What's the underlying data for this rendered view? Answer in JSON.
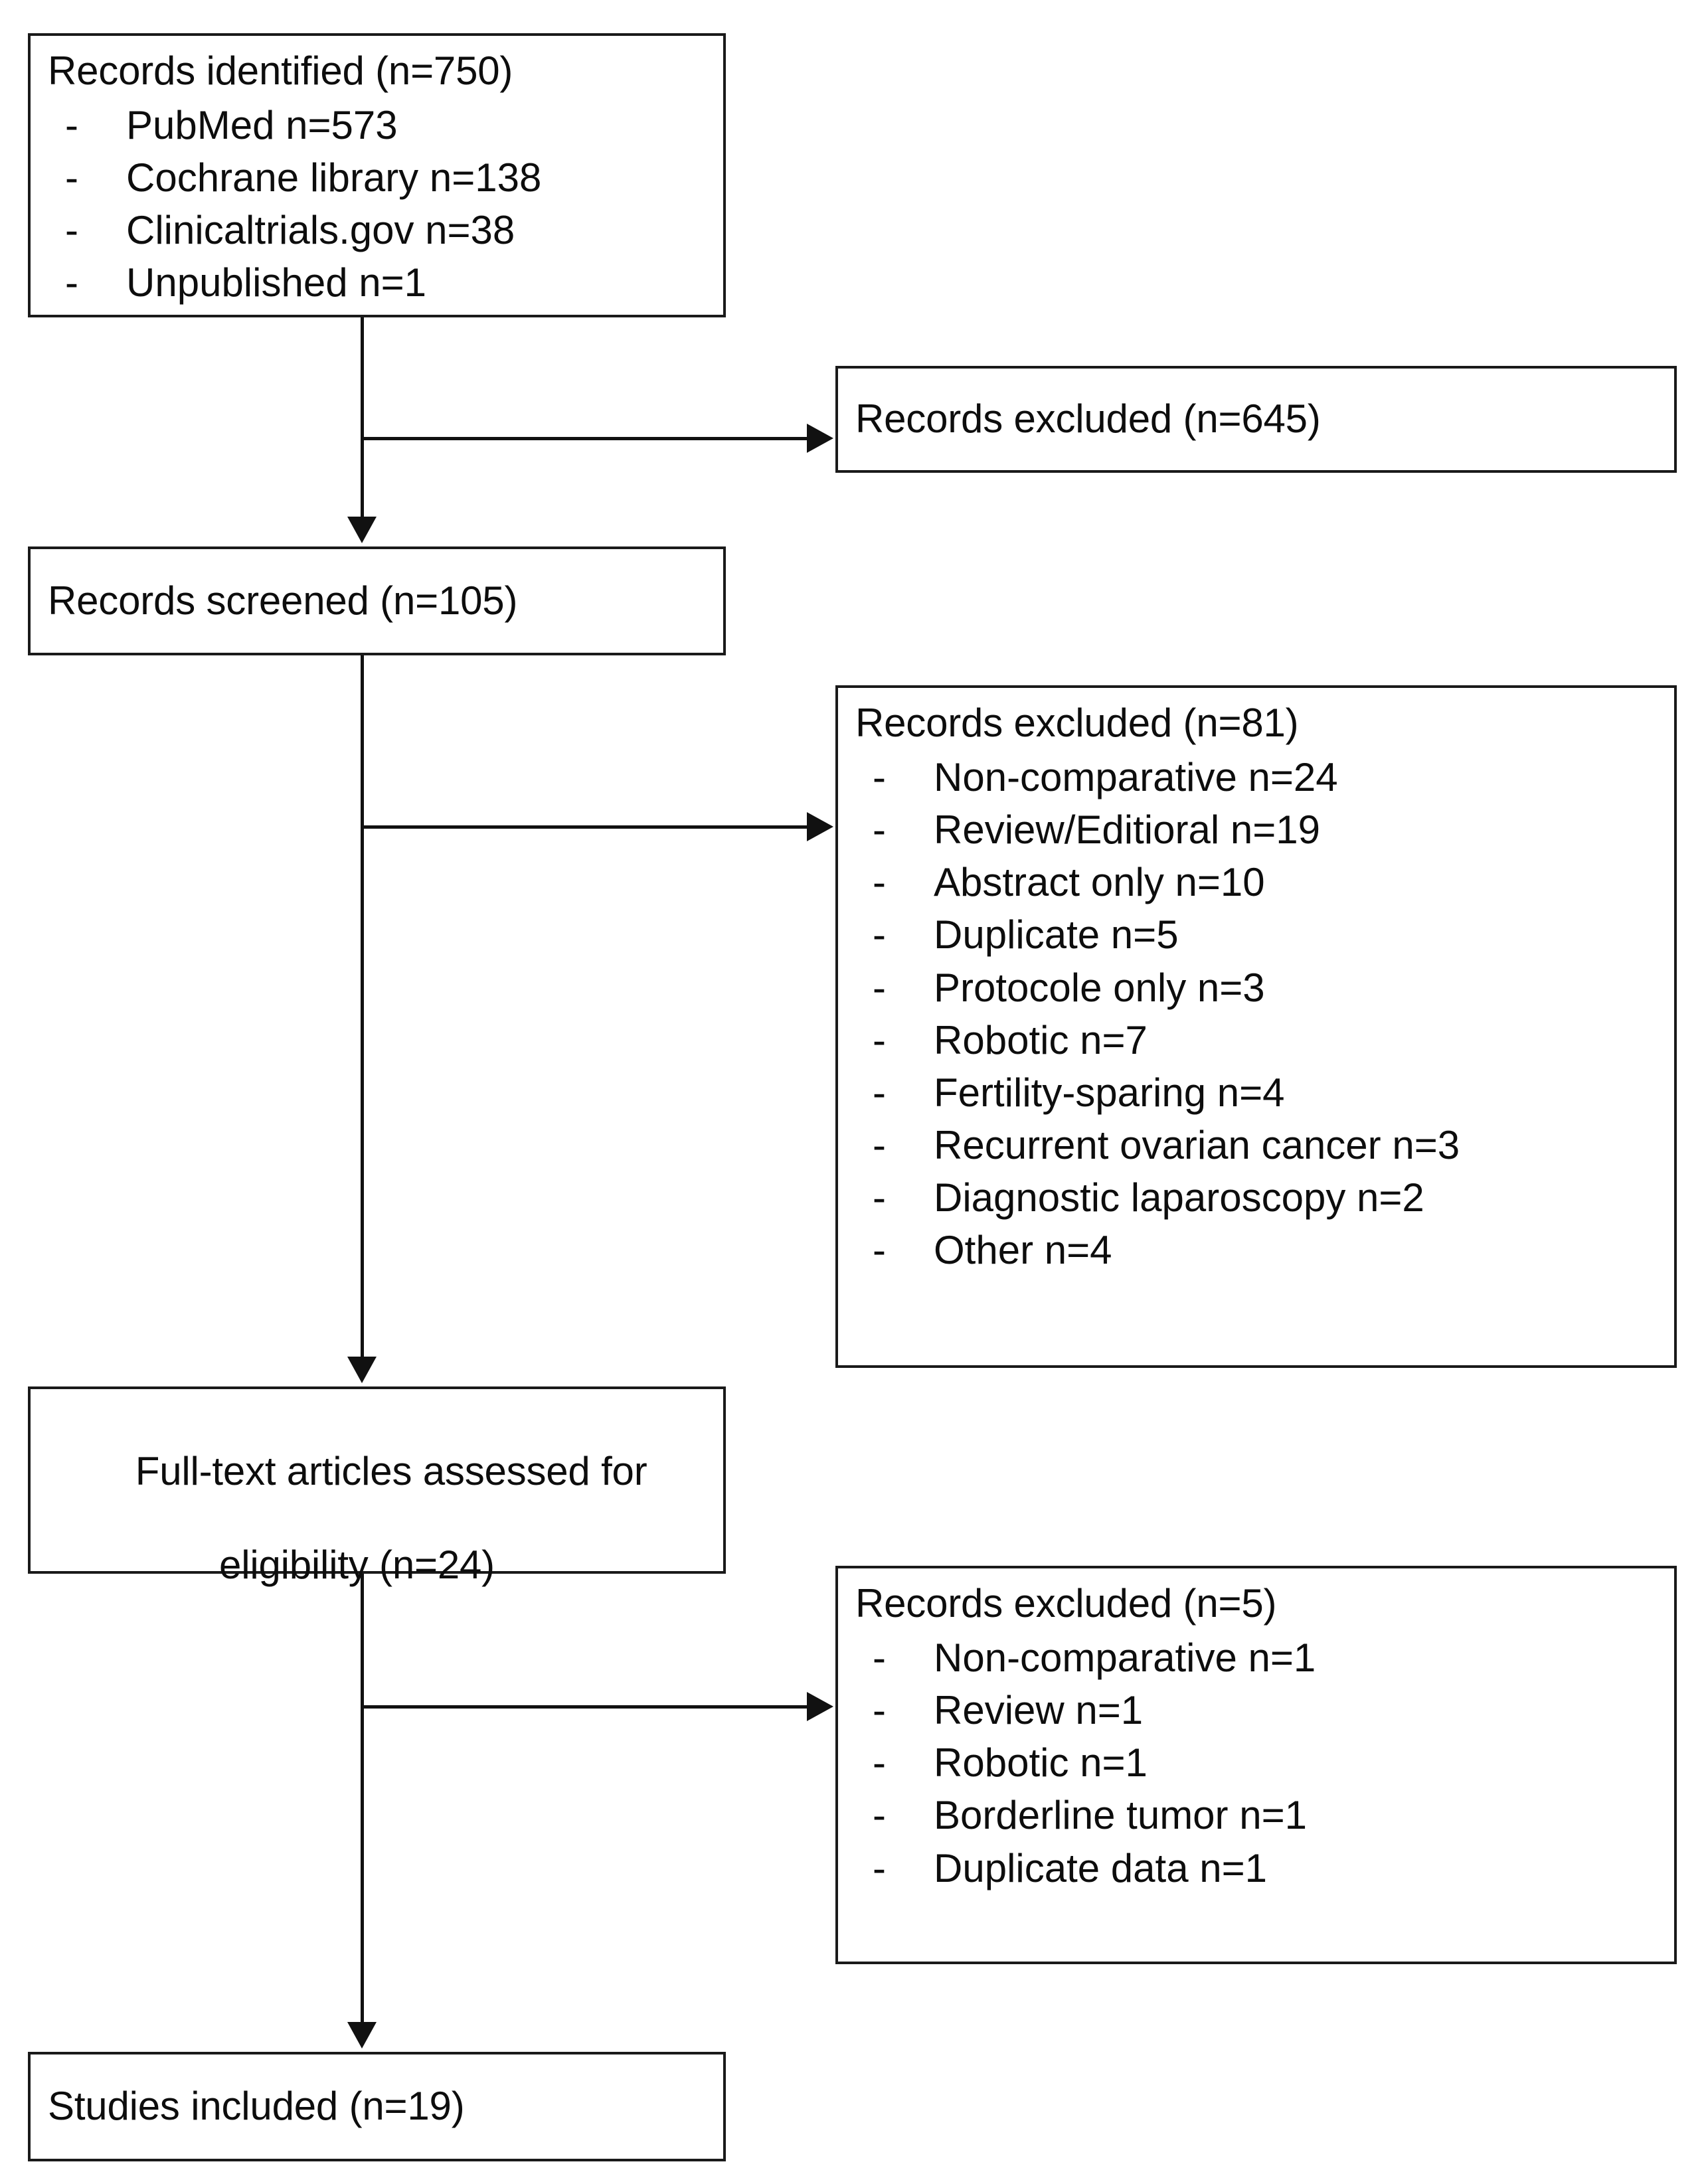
{
  "diagram": {
    "type": "prisma-flow-diagram",
    "identification": {
      "title": "Records identified (n=750)",
      "sources": [
        "PubMed n=573",
        "Cochrane library n=138",
        "Clinicaltrials.gov n=38",
        "Unpublished n=1"
      ],
      "bullet": "-"
    },
    "excluded_screening_title": {
      "title": "Records excluded (n=645)"
    },
    "screened": {
      "title": "Records screened (n=105)"
    },
    "excluded_detailed": {
      "title": "Records excluded (n=81)",
      "reasons": [
        "Non-comparative n=24",
        "Review/Editioral n=19",
        "Abstract only n=10",
        "Duplicate n=5",
        "Protocole only n=3",
        "Robotic n=7",
        "Fertility-sparing n=4",
        "Recurrent ovarian cancer n=3",
        "Diagnostic laparoscopy n=2",
        "Other n=4"
      ],
      "bullet": "-"
    },
    "fulltext": {
      "line1": "Full-text articles assessed for",
      "line2": "eligibility (n=24)"
    },
    "excluded_fulltext": {
      "title": "Records excluded (n=5)",
      "reasons": [
        "Non-comparative n=1",
        "Review n=1",
        "Robotic n=1",
        "Borderline tumor n=1",
        "Duplicate data n=1"
      ],
      "bullet": "-"
    },
    "included": {
      "title": "Studies included (n=19)"
    },
    "colors": {
      "border": "#1a1a1a",
      "line": "#111111",
      "text": "#0d0d0d",
      "background": "#ffffff"
    }
  }
}
